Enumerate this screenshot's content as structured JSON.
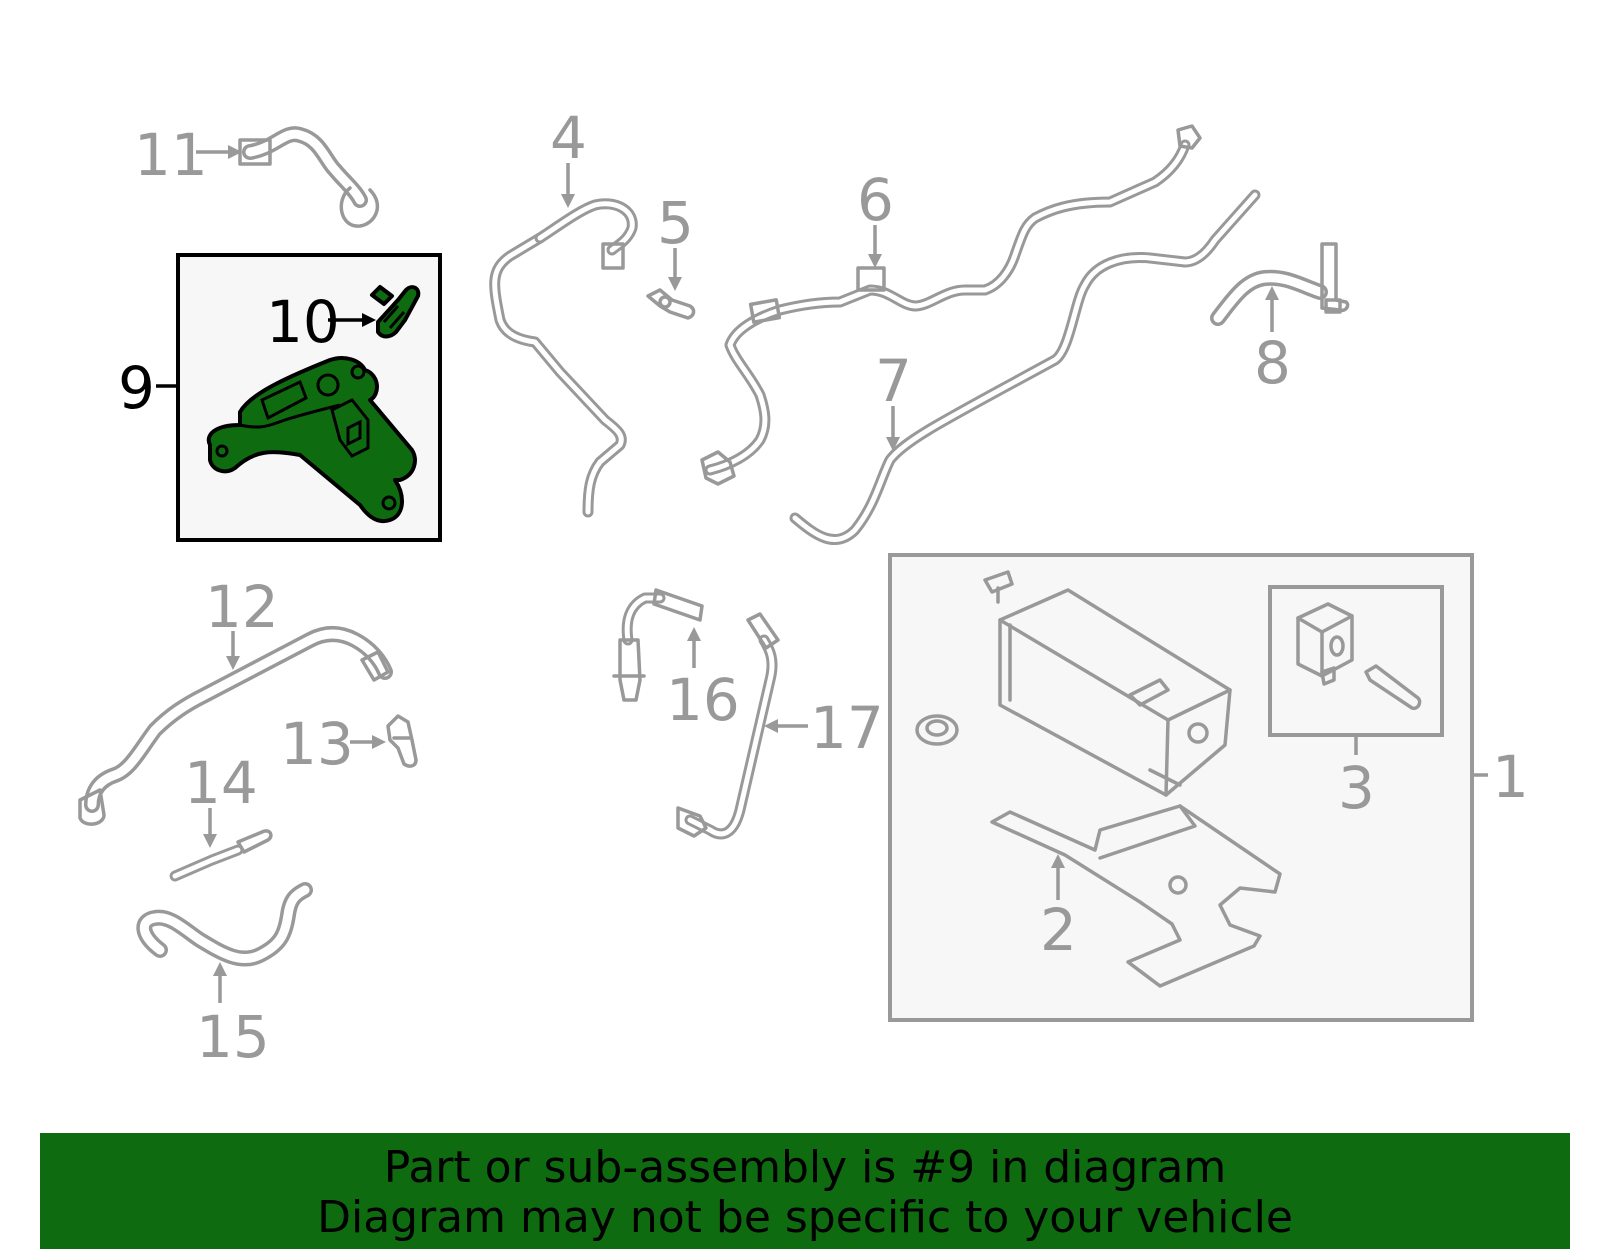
{
  "callouts": {
    "c1": "1",
    "c2": "2",
    "c3": "3",
    "c4": "4",
    "c5": "5",
    "c6": "6",
    "c7": "7",
    "c8": "8",
    "c9": "9",
    "c10": "10",
    "c11": "11",
    "c12": "12",
    "c13": "13",
    "c14": "14",
    "c15": "15",
    "c16": "16",
    "c17": "17"
  },
  "highlight": {
    "part": "9",
    "color": "#0f6b0f"
  },
  "colors": {
    "line": "#999999",
    "highlight_fill": "#0f6b0f",
    "banner": "#0f6b0f"
  },
  "banner": {
    "line1": "Part or sub-assembly is #9 in diagram",
    "line2": "Diagram may not be specific to your vehicle"
  }
}
